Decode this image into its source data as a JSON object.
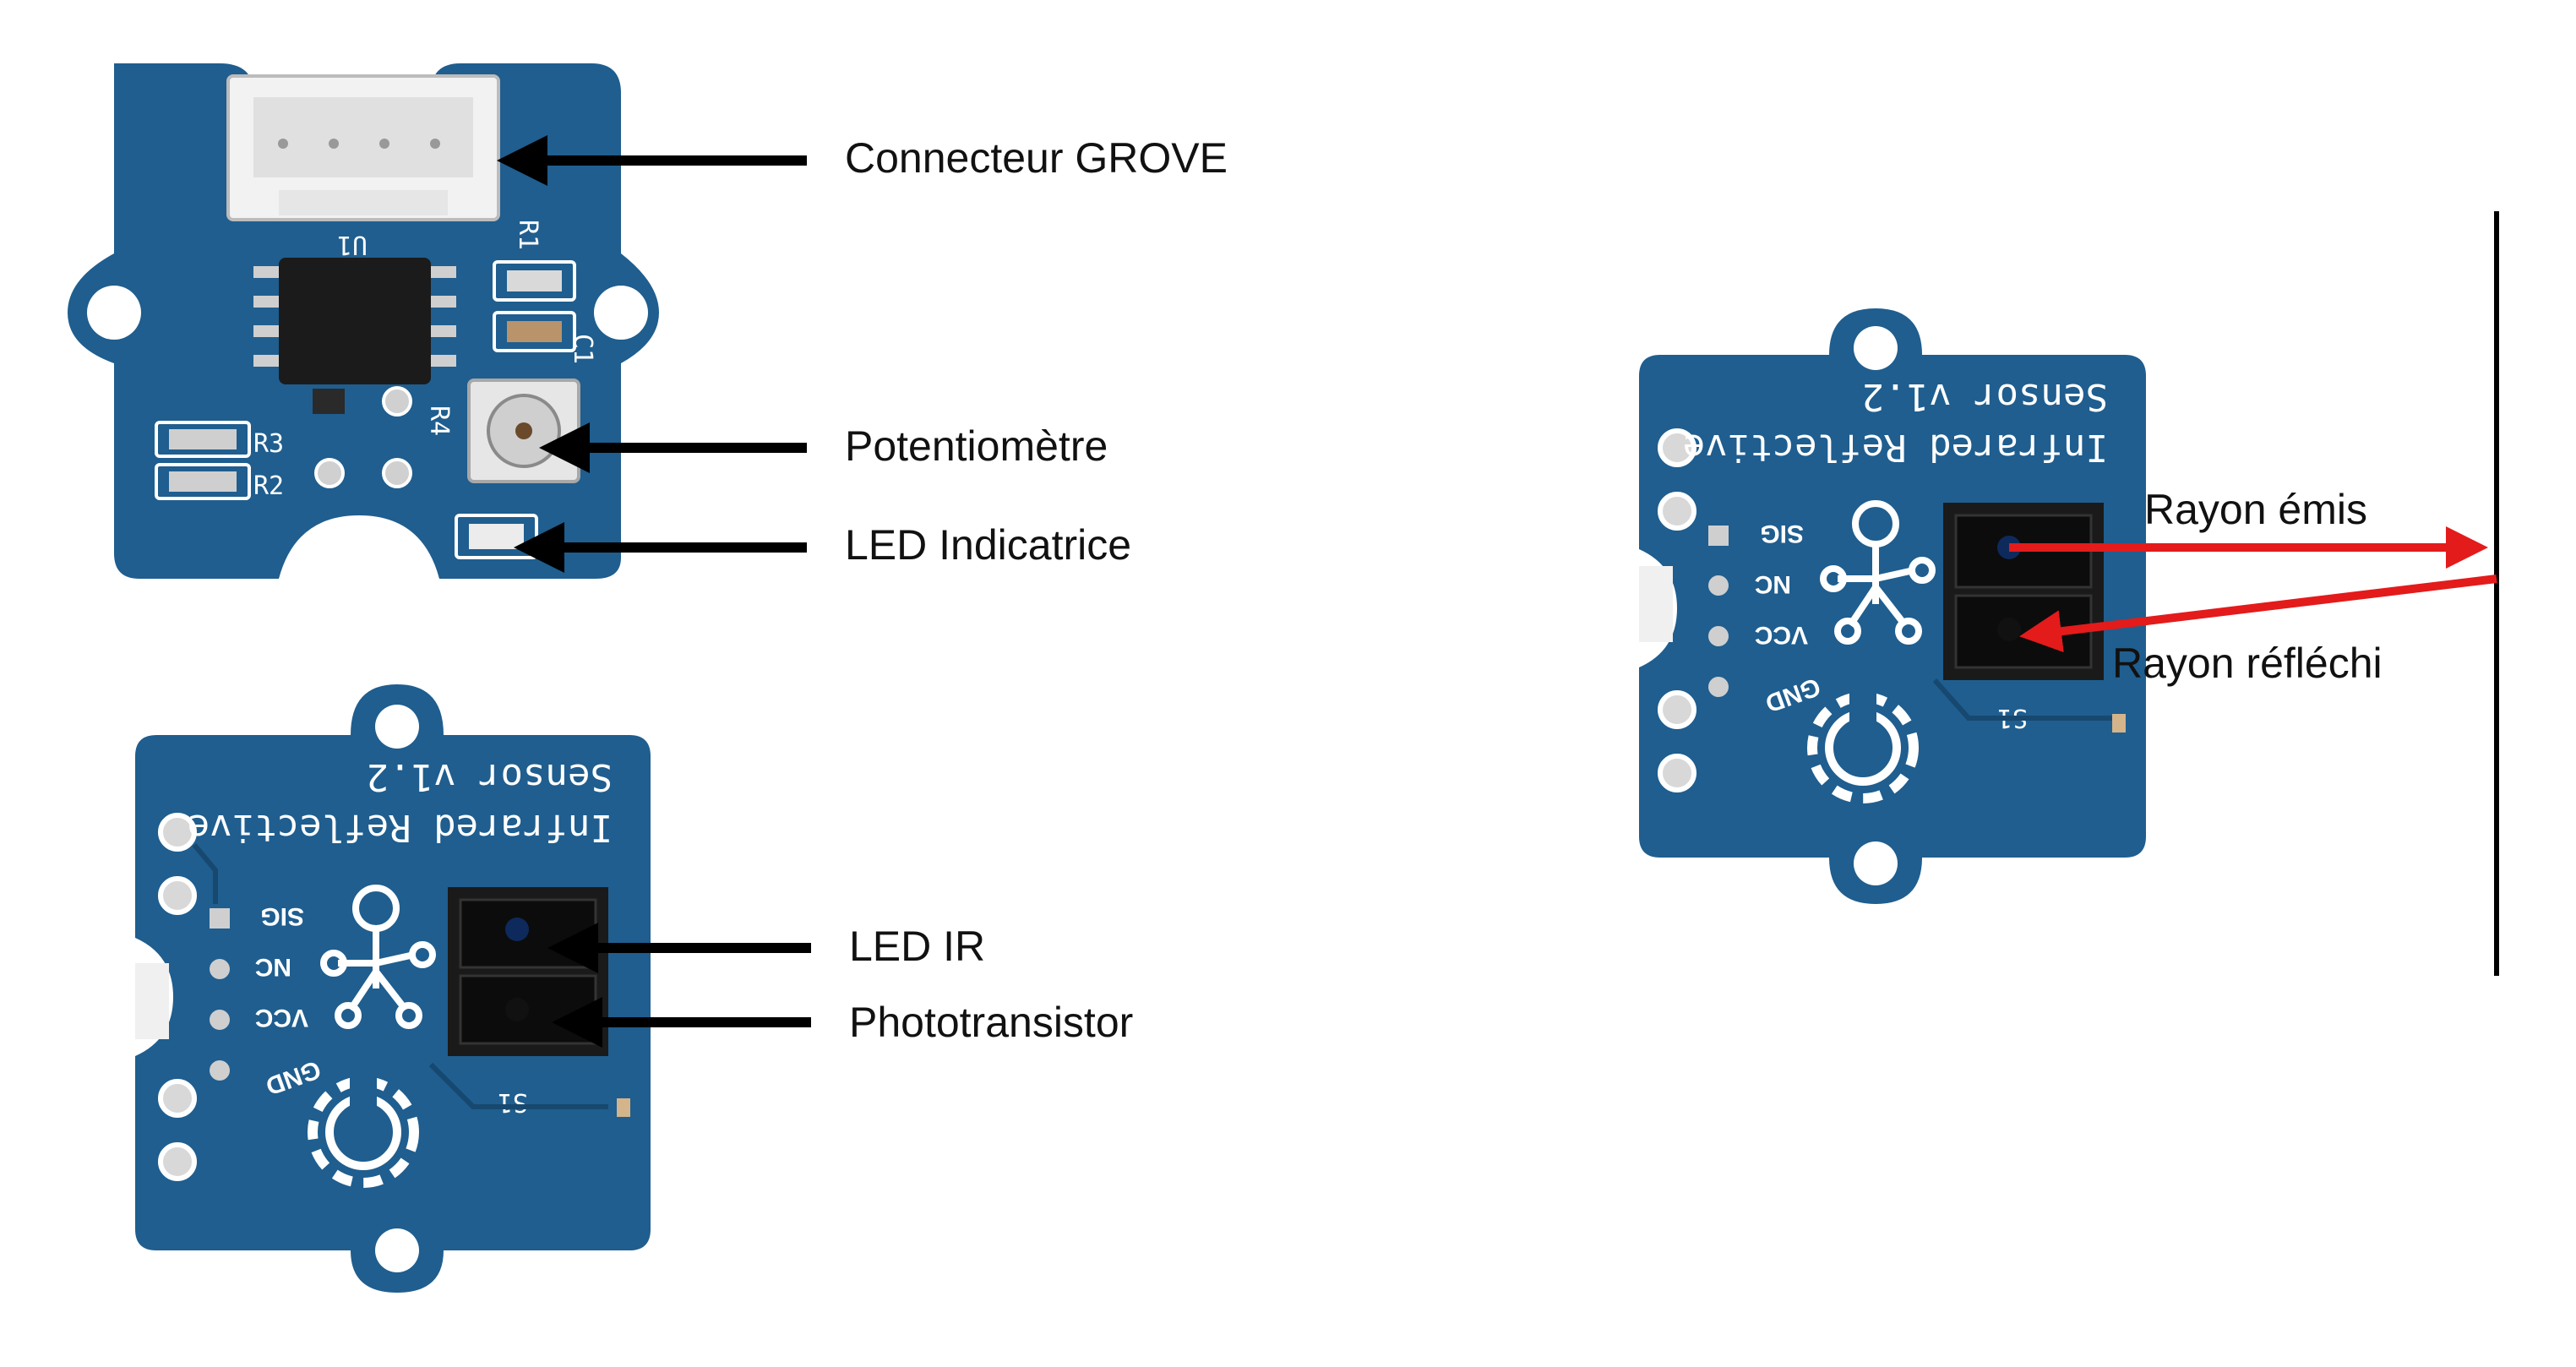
{
  "colors": {
    "background": "#ffffff",
    "pcb": "#1f5e8f",
    "pcb_dark": "#17486f",
    "silkscreen": "#ffffff",
    "arrow": "#000000",
    "ray": "#e31b1b",
    "surface": "#000000"
  },
  "board_top": {
    "component_labels": {
      "u1": "U1",
      "r1": "R1",
      "c1": "C1",
      "r2": "R2",
      "r3": "R3",
      "r4": "R4"
    }
  },
  "board_sensor": {
    "title_line1": "Sensor v1.2",
    "title_line2": "Infrared Reflective",
    "pins": [
      "SIG",
      "NC",
      "VCC",
      "GND"
    ],
    "part_label": "S1"
  },
  "callouts": {
    "grove_connector": "Connecteur GROVE",
    "potentiometer": "Potentiomètre",
    "indicator_led": "LED Indicatrice",
    "ir_led": "LED IR",
    "phototransistor": "Phototransistor",
    "emitted_ray": "Rayon émis",
    "reflected_ray": "Rayon réfléchi"
  },
  "icons": {
    "arrows": "arrow-left-icon",
    "logo": "grove-logo-icon",
    "gear": "gear-logo-icon"
  }
}
